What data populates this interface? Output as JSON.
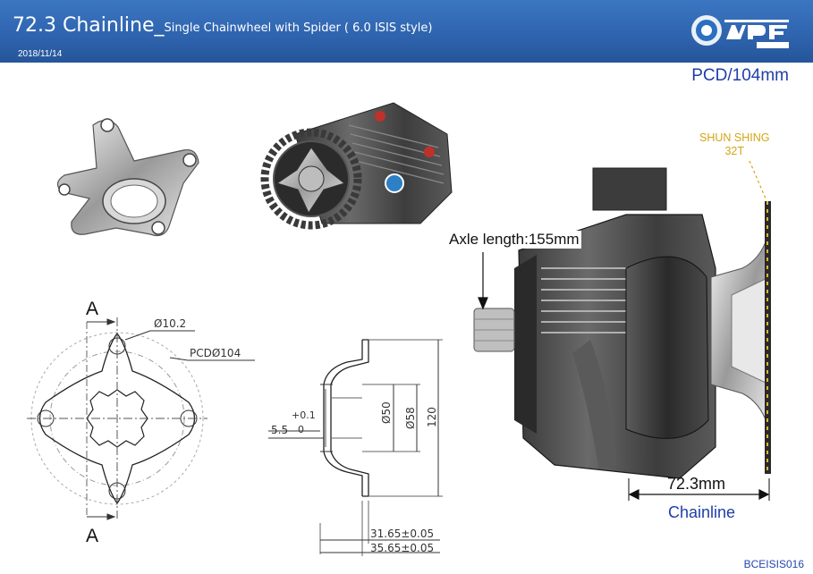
{
  "header": {
    "title_main": "72.3 Chainline_",
    "title_sub": "Single Chainwheel with Spider ( 6.0 ISIS style)",
    "date": "2018/11/14",
    "logo_icon": "mpf-drive-logo",
    "background": "#2e63ad"
  },
  "pcd_label": "PCD/104mm",
  "spider_drawing": {
    "section_top": "A",
    "section_bottom": "A",
    "hole_diameter": "Ø10.2",
    "pcd_diameter": "PCDØ104"
  },
  "section_drawing": {
    "offset_tol": "+0.1",
    "offset_base": "5.5",
    "offset_zero": "0",
    "inner_diameter": "Ø50",
    "outer_diameter": "Ø58",
    "height": "120",
    "length_1": "31.65±0.05",
    "length_2": "35.65±0.05"
  },
  "motor_view": {
    "axle_label": "Axle length:155mm",
    "chainring_brand": "SHUN SHING",
    "chainring_teeth": "32T",
    "chainline_value": "72.3mm",
    "chainline_label": "Chainline"
  },
  "footer_code": "BCEISIS016",
  "colors": {
    "accent_blue": "#1f3fa8",
    "brand_gold": "#d4a514"
  }
}
